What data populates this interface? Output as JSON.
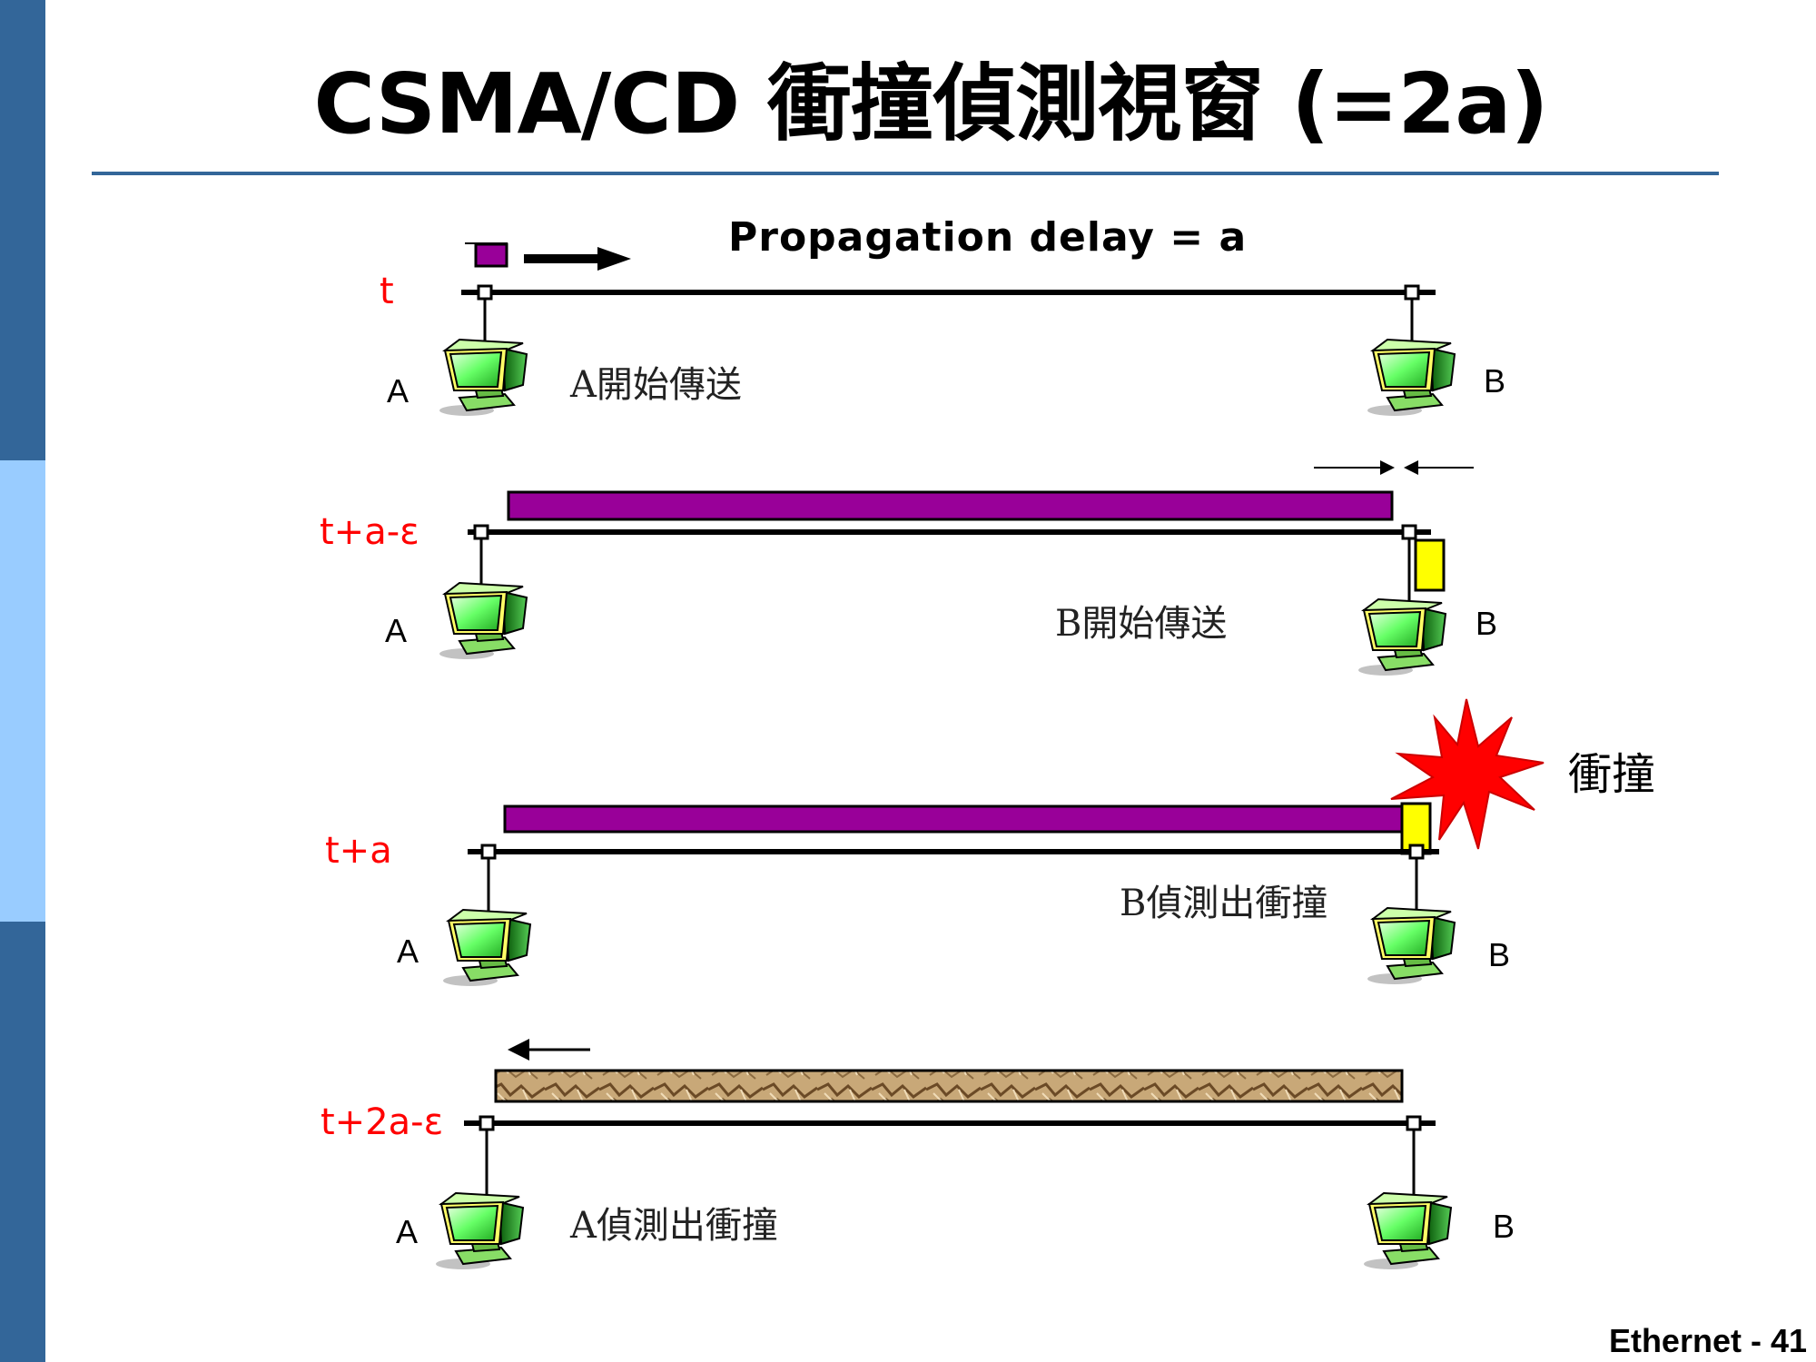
{
  "title": "CSMA/CD 衝撞偵測視窗 (=2a)",
  "subtitle": "Propagation delay = a",
  "colors": {
    "band_dark": "#336699",
    "band_light": "#99ccff",
    "frame_a": "#990099",
    "frame_b": "#ffff00",
    "collision": "#ff0000",
    "time_label": "#ff0000"
  },
  "rows": [
    {
      "time": "t",
      "node_a": "A",
      "node_b": "B",
      "caption": "A開始傳送"
    },
    {
      "time": "t+a-ε",
      "node_a": "A",
      "node_b": "B",
      "caption": "B開始傳送"
    },
    {
      "time": "t+a",
      "node_a": "A",
      "node_b": "B",
      "caption": "B偵測出衝撞",
      "collision_label": "衝撞"
    },
    {
      "time": "t+2a-ε",
      "node_a": "A",
      "node_b": "B",
      "caption": "A偵測出衝撞"
    }
  ],
  "footer": "Ethernet - 41"
}
